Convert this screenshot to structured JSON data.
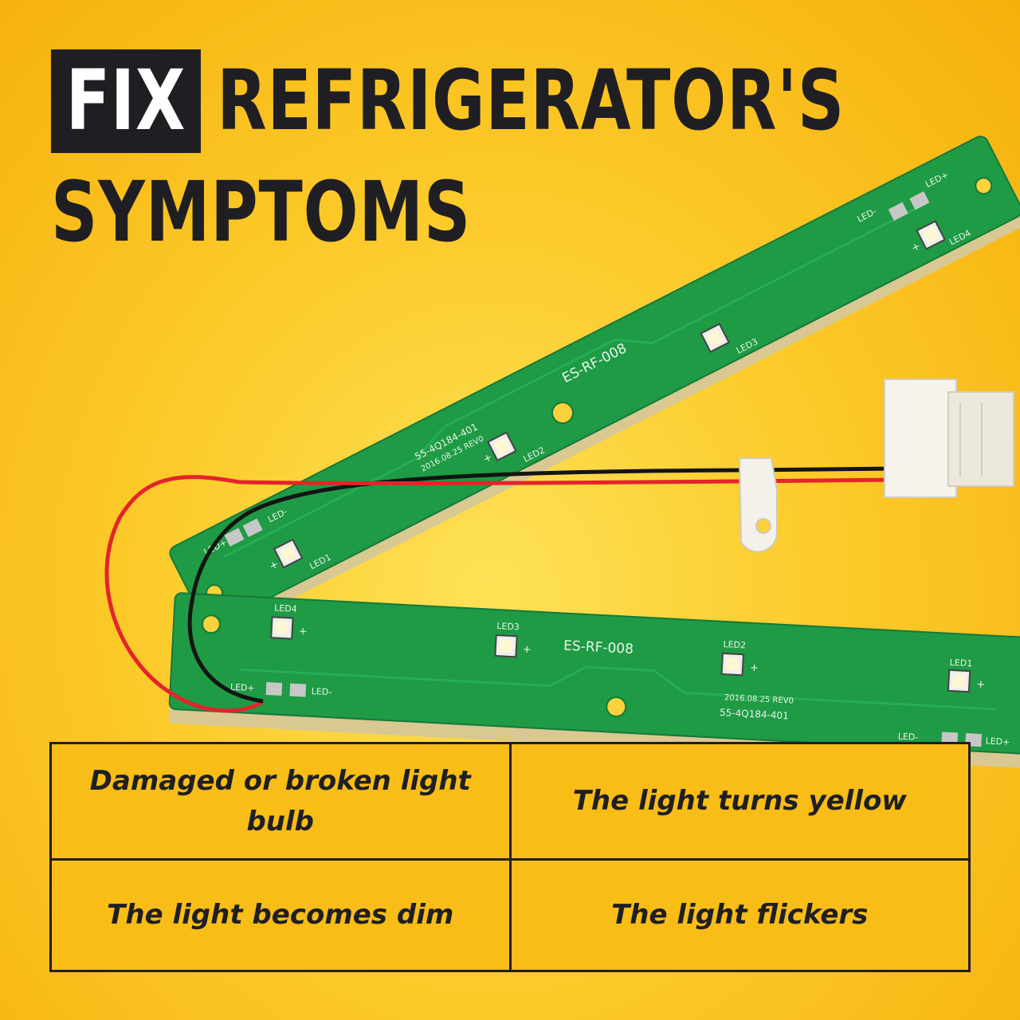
{
  "headline": {
    "highlight": "FIX",
    "line1_rest": "REFRIGERATOR'S",
    "line2": "SYMPTOMS"
  },
  "board_top": {
    "part_number": "55-4Q184-401",
    "date_rev": "2016.08.25 REV0",
    "model": "ES-RF-008",
    "led_labels": [
      "LED1",
      "LED2",
      "LED3",
      "LED4"
    ],
    "pad_labels": [
      "LED-",
      "LED+"
    ]
  },
  "board_bottom": {
    "part_number": "55-4Q184-401",
    "date_rev": "2016.08.25 REV0",
    "model": "ES-RF-008",
    "led_labels": [
      "LED4",
      "LED3",
      "LED2",
      "LED1"
    ],
    "pad_labels": [
      "LED+",
      "LED-"
    ]
  },
  "plus_sign": "+",
  "symptoms": [
    [
      "Damaged or broken light bulb",
      "The light turns yellow"
    ],
    [
      "The light becomes dim",
      "The light flickers"
    ]
  ],
  "colors": {
    "background": "#fccb2b",
    "text_dark": "#1f1f23",
    "pcb_green": "#1f9a45",
    "wire_red": "#e3242b",
    "wire_black": "#141414"
  }
}
